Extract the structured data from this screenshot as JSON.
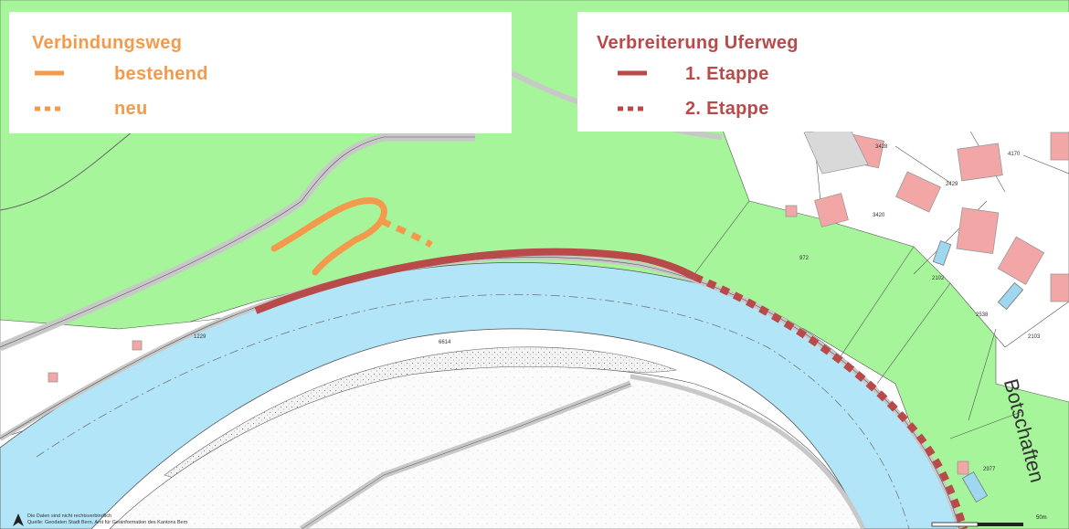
{
  "legend_left": {
    "title": "Verbindungsweg",
    "items": [
      {
        "label": "bestehend",
        "style": "solid"
      },
      {
        "label": "neu",
        "style": "dotted"
      }
    ],
    "color": "#f49a4c"
  },
  "legend_right": {
    "title": "Verbreiterung Uferweg",
    "items": [
      {
        "label": "1. Etappe",
        "style": "solid"
      },
      {
        "label": "2. Etappe",
        "style": "dotted"
      }
    ],
    "color": "#b94a4a"
  },
  "place_label": "Botschaften",
  "source_note": {
    "line1": "Die Daten sind nicht rechtsverbindlich",
    "line2": "Quelle: Geodaten Stadt Bern, Amt für Geoinformation des Kantons Bern"
  },
  "scale_label": "50m",
  "parcel_numbers": [
    "3428",
    "4170",
    "2429",
    "3420",
    "972",
    "2102",
    "2538",
    "2103",
    "2977",
    "1229",
    "6614"
  ],
  "colors": {
    "meadow": "#a6f59a",
    "river": "#b3e5f9",
    "road": "#c8c8c8",
    "building": "#f2a6a6",
    "pool": "#9fd6f0"
  }
}
